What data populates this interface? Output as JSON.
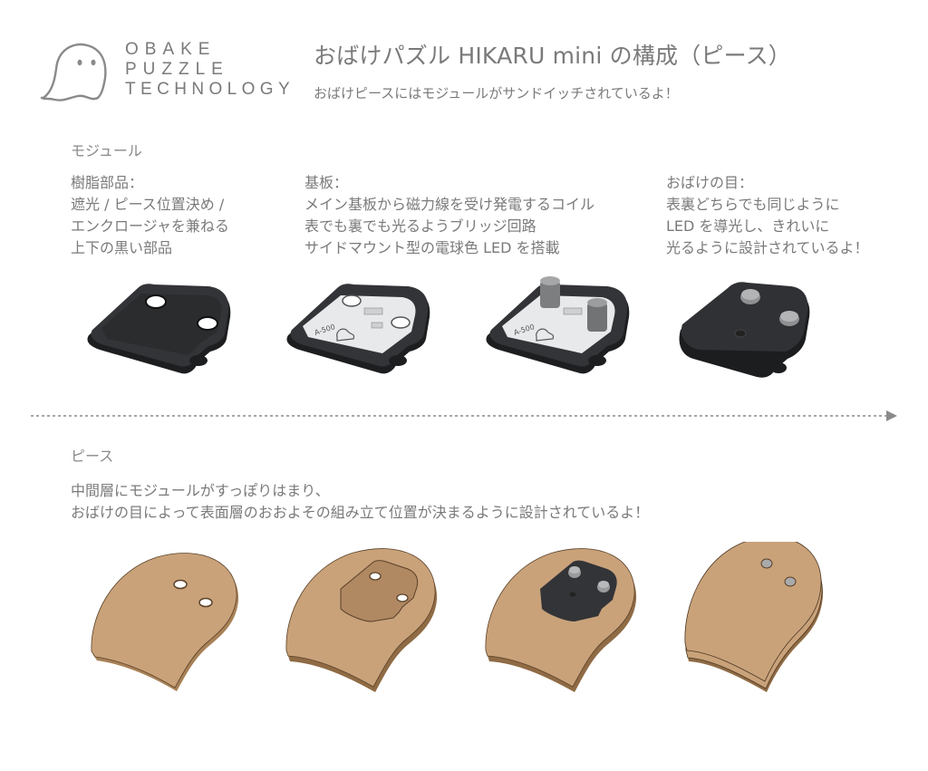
{
  "logo": {
    "icon": "ghost-icon",
    "lines": [
      "OBAKE",
      "PUZZLE",
      "TECHNOLOGY"
    ]
  },
  "header": {
    "title": "おばけパズル HIKARU mini の構成（ピース）",
    "subtitle": "おばけピースにはモジュールがサンドイッチされているよ！"
  },
  "module_section": {
    "heading": "モジュール",
    "columns": [
      {
        "title": "樹脂部品：",
        "lines": [
          "遮光 / ピース位置決め /",
          "エンクロージャを兼ねる",
          "上下の黒い部品"
        ]
      },
      {
        "title": "基板：",
        "lines": [
          "メイン基板から磁力線を受け発電するコイル",
          "表でも裏でも光るようブリッジ回路",
          "サイドマウント型の電球色 LED を搭載"
        ]
      },
      {
        "title": "おばけの目：",
        "lines": [
          "表裏どちらでも同じように",
          "LED を導光し、きれいに",
          "光るように設計されているよ！"
        ]
      }
    ],
    "images": [
      {
        "name": "resin-enclosure",
        "pcb_label": ""
      },
      {
        "name": "pcb-in-enclosure",
        "pcb_label": "A-500"
      },
      {
        "name": "pcb-with-light-guides",
        "pcb_label": "A-500"
      },
      {
        "name": "assembled-module",
        "pcb_label": ""
      }
    ]
  },
  "piece_section": {
    "heading": "ピース",
    "lines": [
      "中間層にモジュールがすっぽりはまり、",
      "おばけの目によって表面層のおおよその組み立て位置が決まるように設計されているよ！"
    ],
    "images": [
      {
        "name": "surface-layer"
      },
      {
        "name": "middle-layer-with-pocket"
      },
      {
        "name": "middle-layer-with-module"
      },
      {
        "name": "assembled-piece"
      }
    ]
  },
  "colors": {
    "text": "#7a7a7a",
    "wood": "#c9a27a",
    "wood_edge": "#a88157",
    "resin": "#2e2f31",
    "pcb": "#e8e9eb",
    "arrow": "#8a8a8a"
  }
}
